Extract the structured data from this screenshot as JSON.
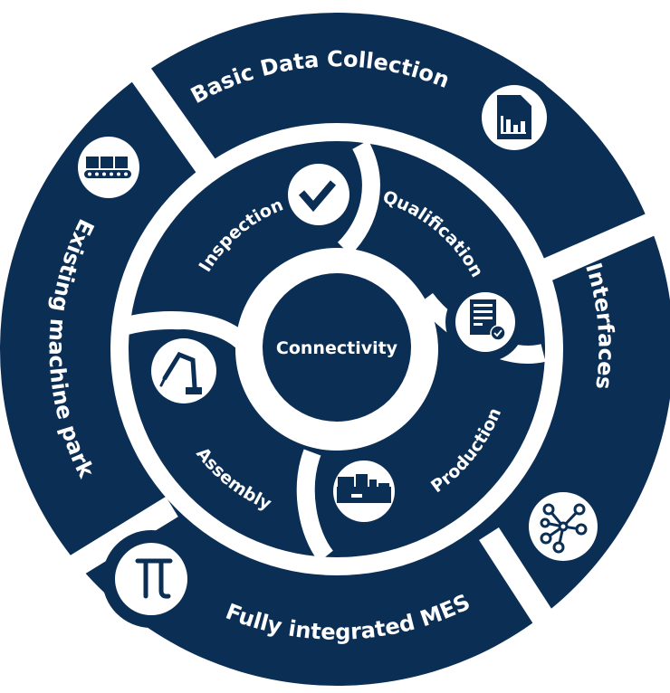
{
  "colors": {
    "navy": "#0b2e55",
    "white": "#ffffff"
  },
  "center": {
    "label": "Connectivity"
  },
  "outer_ring": [
    {
      "label": "Basic Data Collection",
      "icon": "document-chart-icon"
    },
    {
      "label": "Interfaces",
      "icon": "network-icon"
    },
    {
      "label": "Fully integrated MES",
      "icon": "pi-icon"
    },
    {
      "label": "Existing machine park",
      "icon": "conveyor-icon"
    }
  ],
  "inner_ring": [
    {
      "label": "Inspection",
      "icon": "checkmark-icon"
    },
    {
      "label": "Qualification",
      "icon": "certificate-icon"
    },
    {
      "label": "Production",
      "icon": "injection-machine-icon"
    },
    {
      "label": "Assembly",
      "icon": "robot-arm-icon"
    }
  ]
}
